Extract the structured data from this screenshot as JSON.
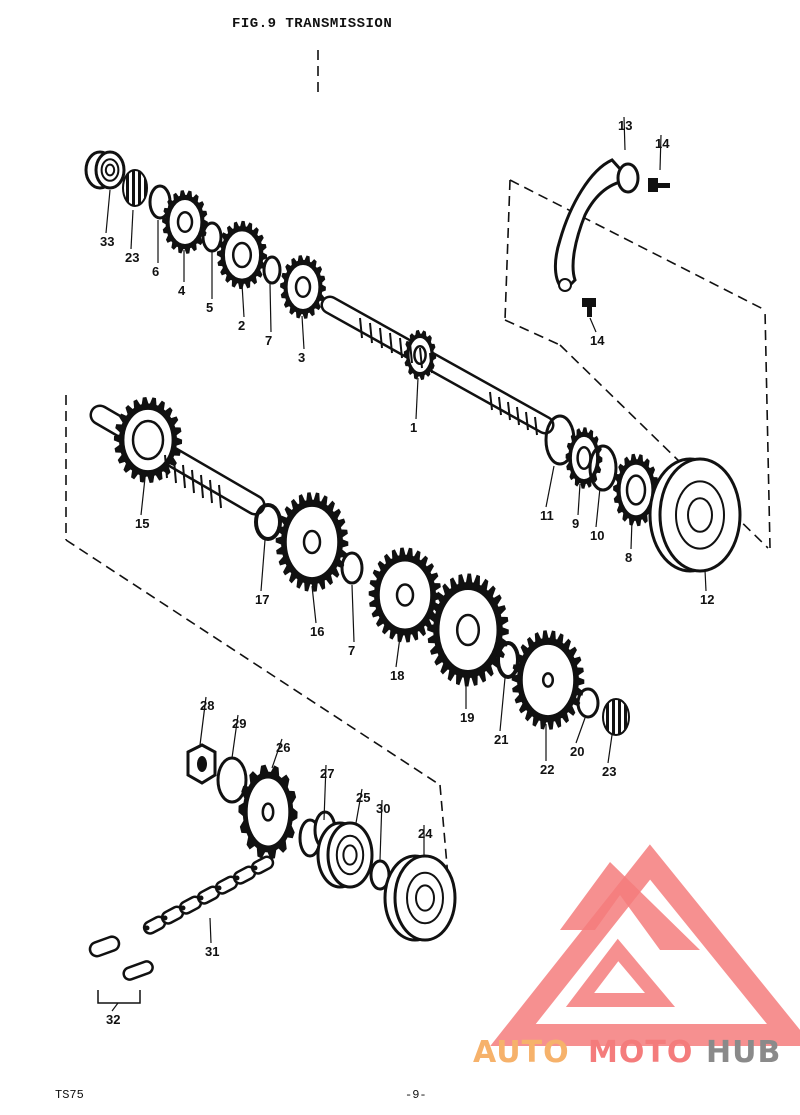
{
  "title": "FIG.9  TRANSMISSION",
  "footer": {
    "model": "TS75",
    "page": "-9-"
  },
  "logo": {
    "part1": "AUTO",
    "part2": "MOTO",
    "part3": "HUB"
  },
  "parts": [
    "1",
    "2",
    "3",
    "4",
    "5",
    "6",
    "7",
    "8",
    "9",
    "10",
    "11",
    "12",
    "13",
    "14",
    "15",
    "16",
    "17",
    "18",
    "19",
    "20",
    "21",
    "22",
    "23",
    "24",
    "25",
    "26",
    "27",
    "28",
    "29",
    "30",
    "31",
    "32",
    "33"
  ],
  "labels": [
    {
      "id": "33",
      "text": "33"
    },
    {
      "id": "23a",
      "text": "23"
    },
    {
      "id": "6",
      "text": "6"
    },
    {
      "id": "4",
      "text": "4"
    },
    {
      "id": "5",
      "text": "5"
    },
    {
      "id": "2",
      "text": "2"
    },
    {
      "id": "7a",
      "text": "7"
    },
    {
      "id": "3",
      "text": "3"
    },
    {
      "id": "1",
      "text": "1"
    },
    {
      "id": "13",
      "text": "13"
    },
    {
      "id": "14a",
      "text": "14"
    },
    {
      "id": "14b",
      "text": "14"
    },
    {
      "id": "11",
      "text": "11"
    },
    {
      "id": "9",
      "text": "9"
    },
    {
      "id": "10",
      "text": "10"
    },
    {
      "id": "8",
      "text": "8"
    },
    {
      "id": "12",
      "text": "12"
    },
    {
      "id": "15",
      "text": "15"
    },
    {
      "id": "17",
      "text": "17"
    },
    {
      "id": "16",
      "text": "16"
    },
    {
      "id": "7b",
      "text": "7"
    },
    {
      "id": "18",
      "text": "18"
    },
    {
      "id": "19",
      "text": "19"
    },
    {
      "id": "21",
      "text": "21"
    },
    {
      "id": "22",
      "text": "22"
    },
    {
      "id": "20",
      "text": "20"
    },
    {
      "id": "23b",
      "text": "23"
    },
    {
      "id": "28",
      "text": "28"
    },
    {
      "id": "29",
      "text": "29"
    },
    {
      "id": "26",
      "text": "26"
    },
    {
      "id": "27",
      "text": "27"
    },
    {
      "id": "25",
      "text": "25"
    },
    {
      "id": "30",
      "text": "30"
    },
    {
      "id": "24",
      "text": "24"
    },
    {
      "id": "31",
      "text": "31"
    },
    {
      "id": "32",
      "text": "32"
    }
  ],
  "colors": {
    "ink": "#111111",
    "logo_red": "#f47c7c",
    "logo_orange": "#f6b26b",
    "logo_dark": "#8a8a8a"
  }
}
